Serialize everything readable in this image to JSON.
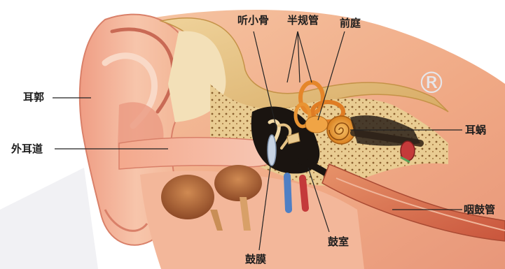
{
  "labels": {
    "ting_xiao_gu": "听小骨",
    "ban_gui_guan": "半规管",
    "qian_ting": "前庭",
    "er_kuo": "耳郭",
    "wai_er_dao": "外耳道",
    "er_wo": "耳蜗",
    "yan_gu_guan": "咽鼓管",
    "gu_shi": "鼓室",
    "gu_mo": "鼓膜"
  },
  "registered_mark": "®",
  "colors": {
    "skin": "#f2b08a",
    "skin_dark": "#e07e5f",
    "bone": "#e7c27a",
    "cochlea": "#e8922e",
    "nerve_blue": "#4f7fc4",
    "nerve_red": "#c43a3a",
    "cavity_dark": "#1a1410",
    "tube": "#d9633f",
    "muscle": "#b86a3b"
  }
}
